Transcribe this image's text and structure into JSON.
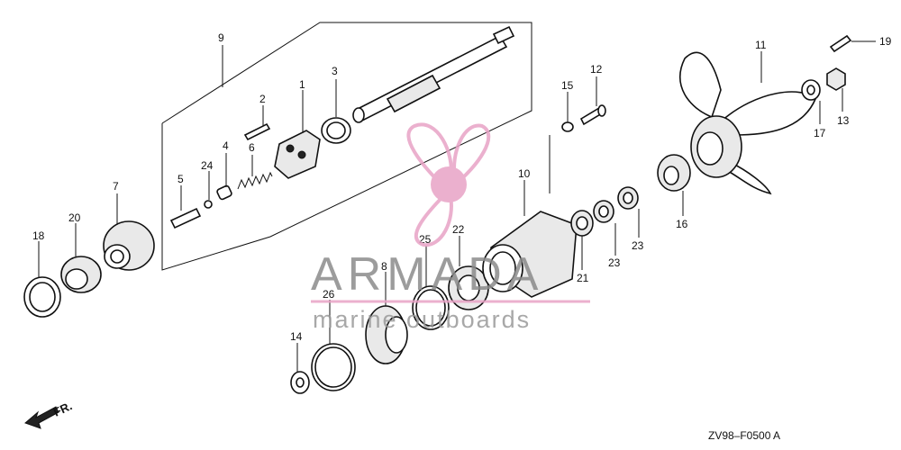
{
  "diagram": {
    "code": "ZV98–F0500 A",
    "direction_label": "FR.",
    "callouts": [
      "1",
      "2",
      "3",
      "4",
      "5",
      "6",
      "7",
      "8",
      "9",
      "10",
      "11",
      "12",
      "13",
      "14",
      "15",
      "16",
      "17",
      "18",
      "19",
      "20",
      "21",
      "22",
      "23",
      "23",
      "24",
      "25",
      "26"
    ]
  },
  "watermark": {
    "brand": "ARMADA",
    "tagline": "marine outboards",
    "color": "#e8a3c6"
  }
}
